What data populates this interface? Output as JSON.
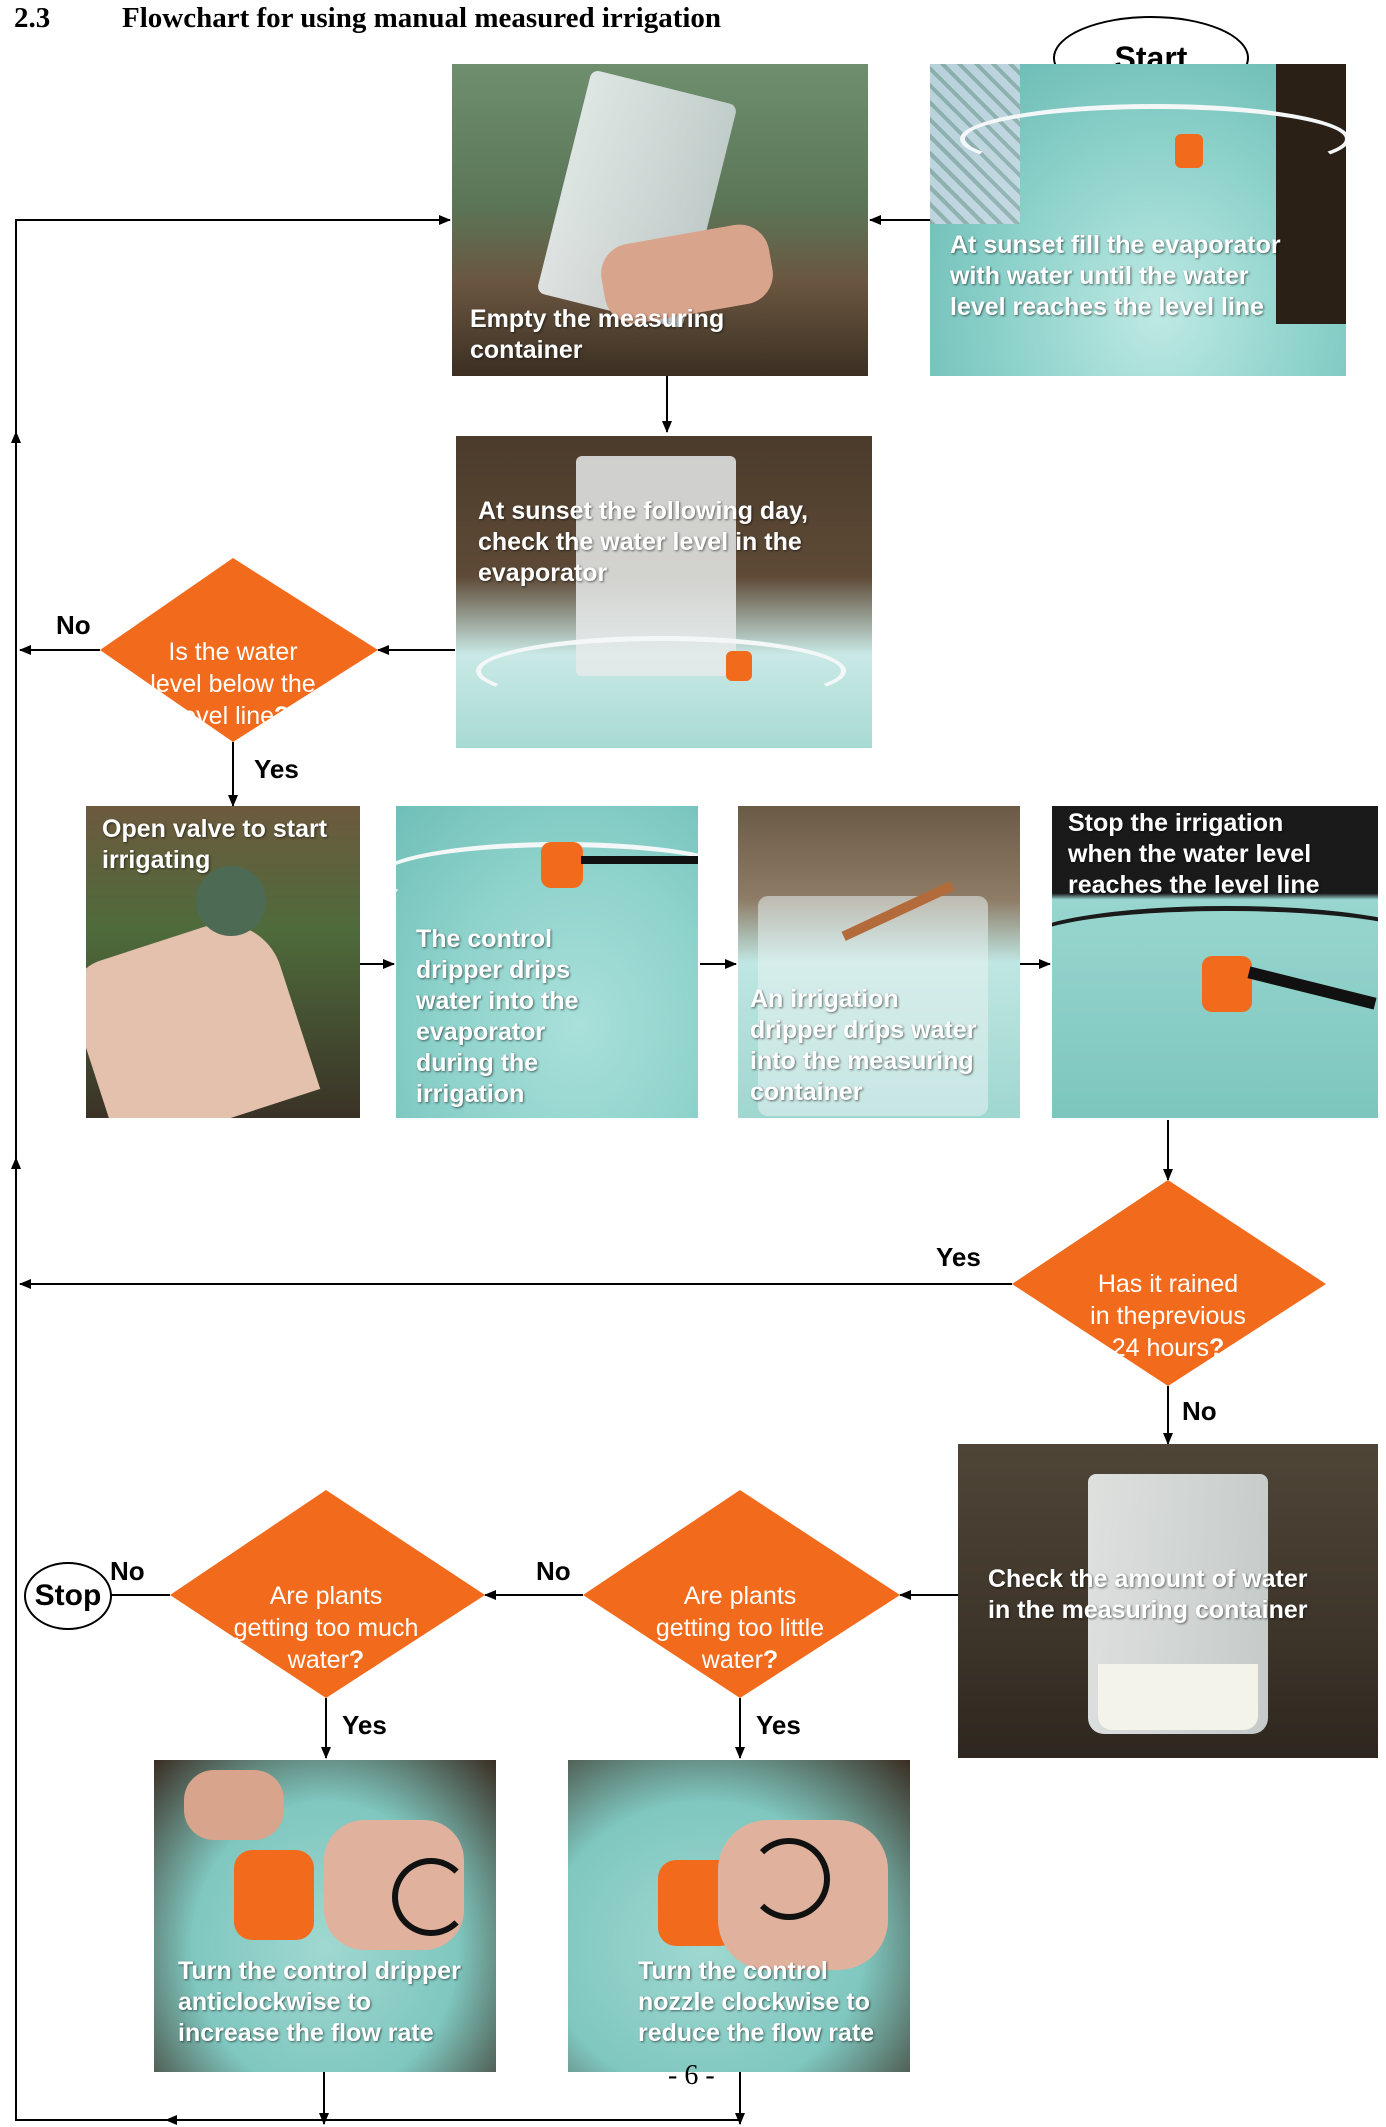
{
  "heading": {
    "number": "2.3",
    "title": "Flowchart for using manual measured irrigation"
  },
  "terminals": {
    "start": "Start",
    "stop": "Stop"
  },
  "steps": {
    "fill": "At sunset fill the evaporator\nwith water until the water\nlevel reaches the level line",
    "empty": "Empty the measuring\ncontainer",
    "check_level": "At sunset the following day,\ncheck the water level in the\nevaporator",
    "open_valve": "Open valve to start\nirrigating",
    "control_drips": "The control\ndripper drips\nwater into the\nevaporator\nduring the\nirrigation",
    "irrigation_drips": "An irrigation\ndripper drips water\ninto the measuring\ncontainer",
    "stop_irrigation": "Stop the irrigation\nwhen the water level\nreaches the level line",
    "check_amount": "Check the amount of water\nin the measuring container",
    "turn_anticlockwise": "Turn the control dripper\nanticlockwise to\nincrease the flow rate",
    "turn_clockwise": "Turn the control\nnozzle clockwise to\nreduce the flow rate"
  },
  "decisions": {
    "below_line": {
      "text": "Is the water\nlevel below the\nlevel line",
      "q": "?"
    },
    "rained": {
      "text": "Has it rained\nin theprevious\n24 hours",
      "q": "?"
    },
    "too_little": {
      "text": "Are plants\ngetting too little\nwater",
      "q": "?"
    },
    "too_much": {
      "text": "Are plants\ngetting too much\nwater",
      "q": "?"
    }
  },
  "labels": {
    "no_below": "No",
    "yes_below": "Yes",
    "yes_rained": "Yes",
    "no_rained": "No",
    "no_little": "No",
    "yes_little": "Yes",
    "no_much": "No",
    "yes_much": "Yes"
  },
  "page_number": "- 6 -",
  "colors": {
    "decision": "#f26b1d",
    "water": "#8fd3cc",
    "soil": "#4a3a2c",
    "arrow": "#000000"
  }
}
